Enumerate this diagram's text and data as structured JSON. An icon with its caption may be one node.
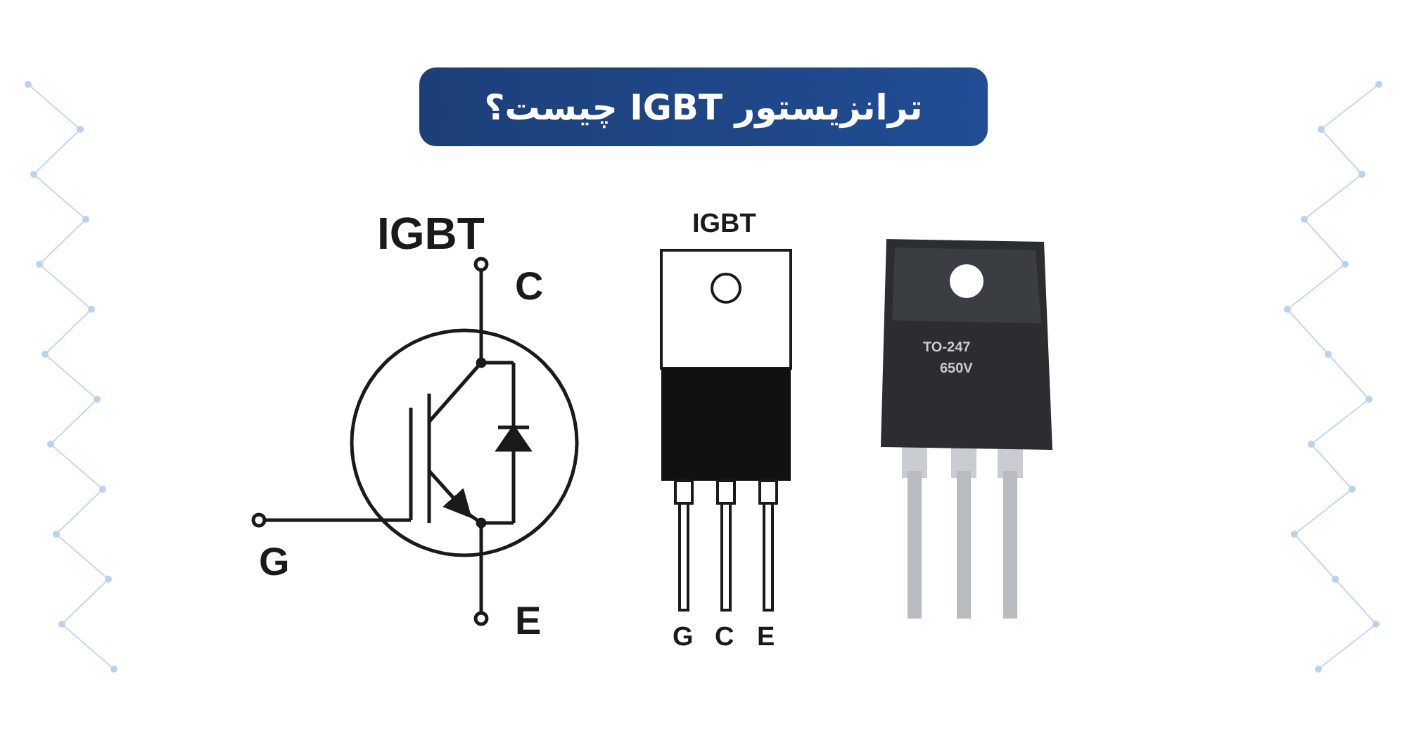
{
  "diagram": {
    "title": "ترانزیستور IGBT چیست؟",
    "labels": [
      "IGBT",
      "C",
      "G",
      "E",
      "IGBT",
      "G",
      "C",
      "E",
      "TO-247",
      "650V"
    ]
  }
}
